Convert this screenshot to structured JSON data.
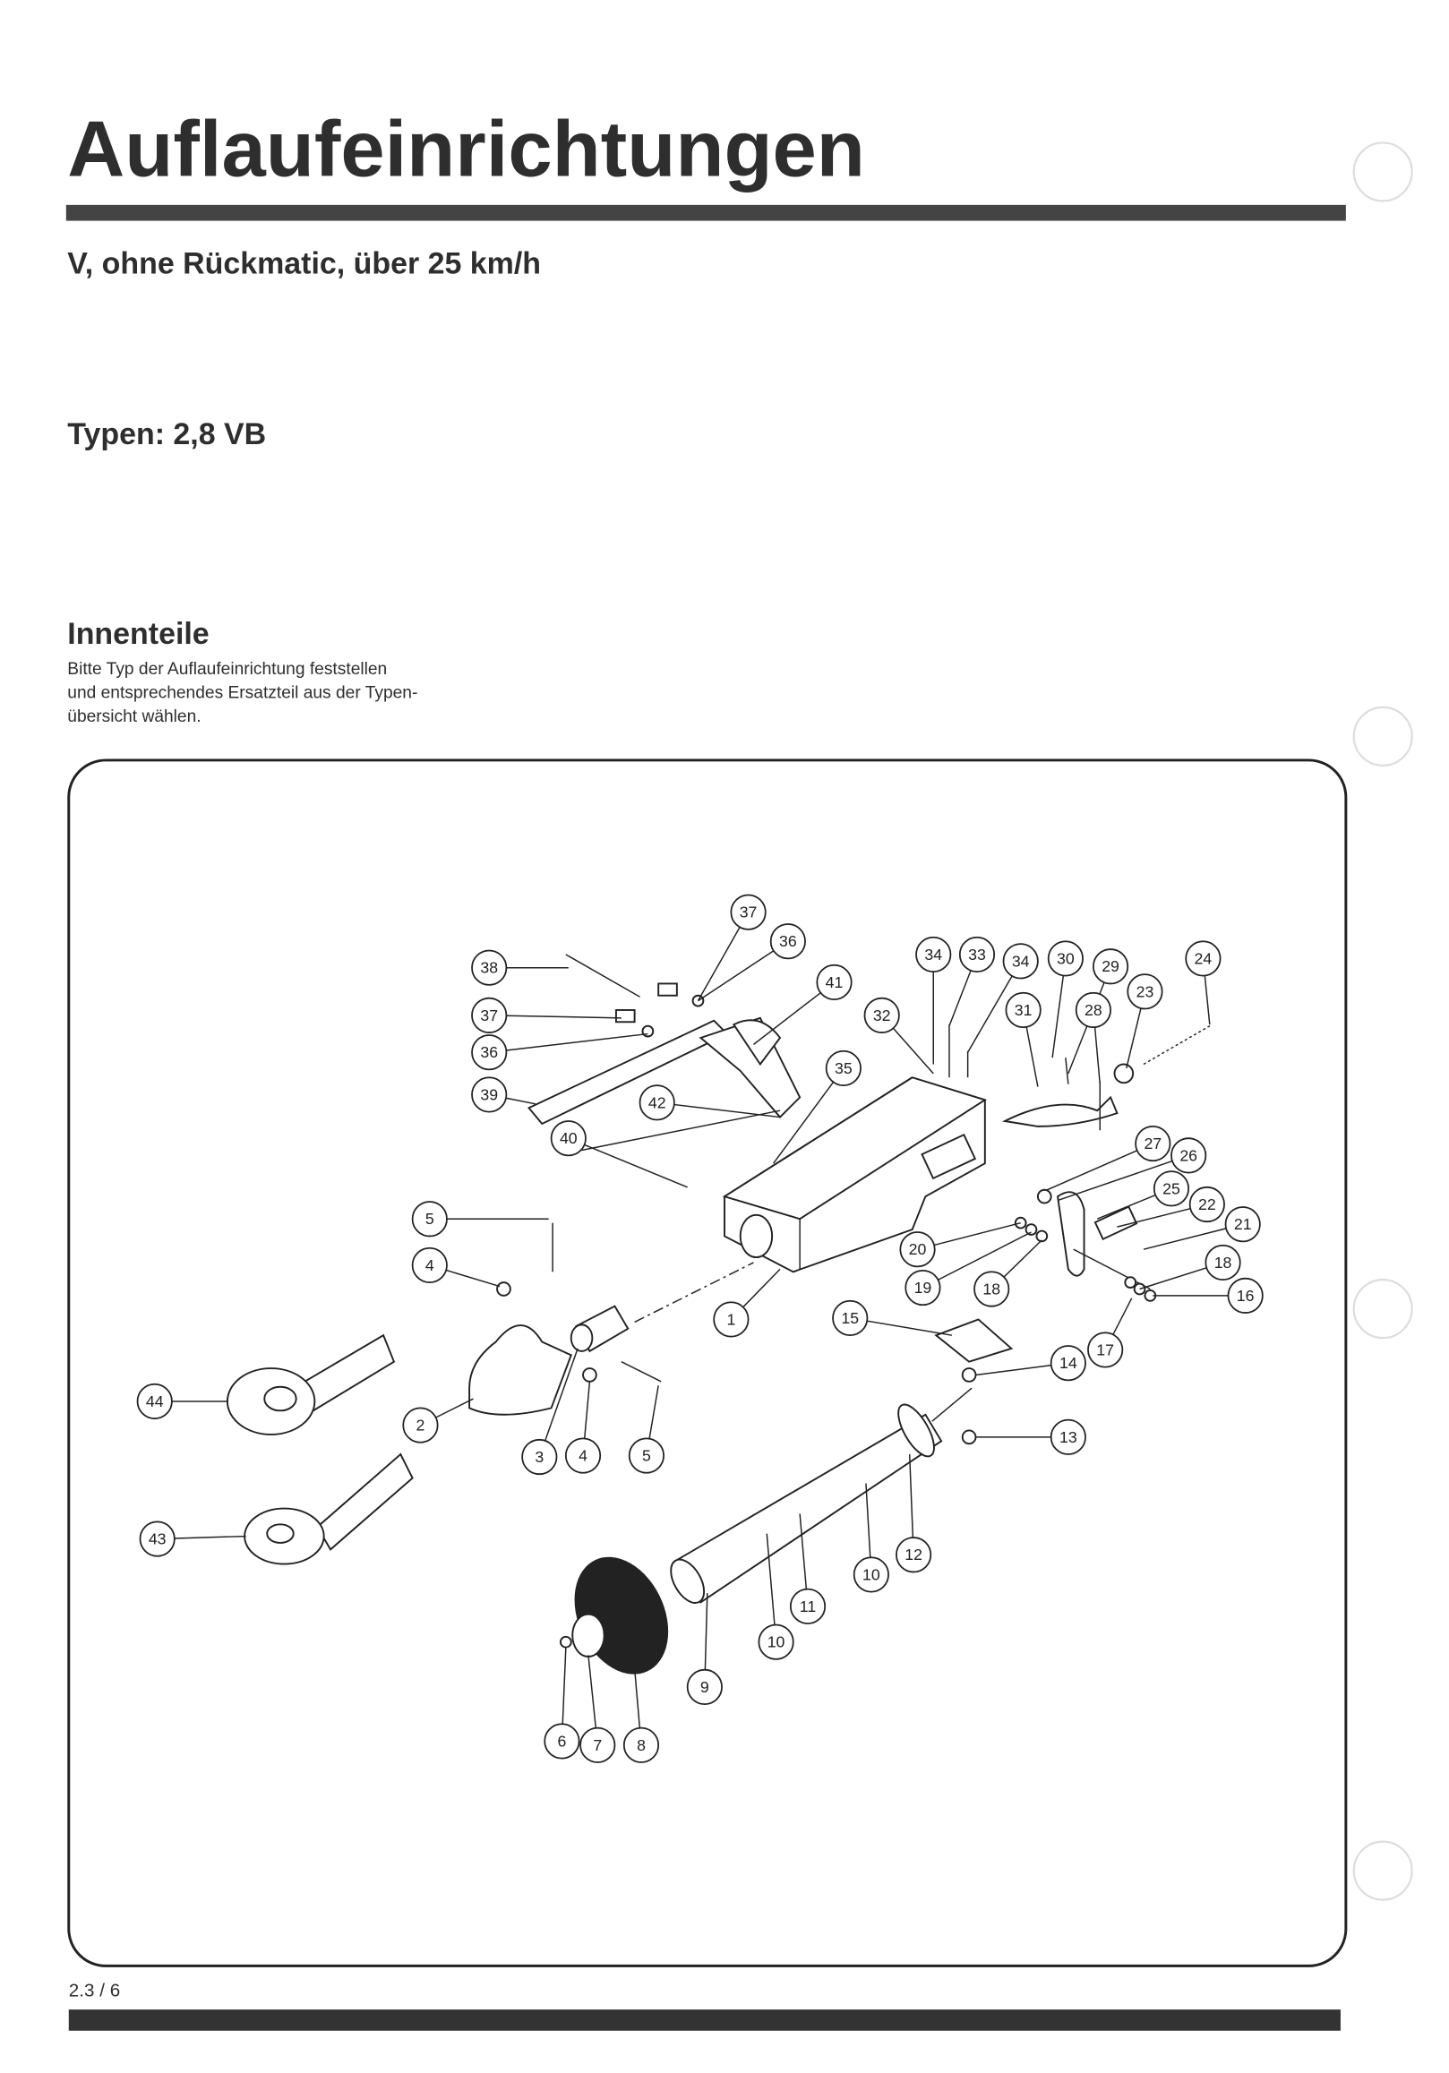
{
  "header": {
    "title": "Auflaufeinrichtungen",
    "subtitle": "V, ohne Rückmatic, über 25 km/h"
  },
  "types": {
    "label": "Typen: 2,8 VB"
  },
  "section": {
    "heading": "Innenteile",
    "body_lines": [
      "Bitte Typ der Auflaufeinrichtung feststellen",
      "und entsprechendes Ersatzteil aus der Typen-",
      "übersicht wählen."
    ]
  },
  "diagram": {
    "callouts": [
      "37",
      "36",
      "38",
      "37",
      "36",
      "39",
      "41",
      "42",
      "40",
      "35",
      "32",
      "34",
      "33",
      "34",
      "30",
      "29",
      "31",
      "28",
      "23",
      "24",
      "27",
      "26",
      "25",
      "22",
      "21",
      "18",
      "16",
      "17",
      "20",
      "19",
      "18",
      "1",
      "15",
      "14",
      "13",
      "12",
      "10",
      "11",
      "10",
      "9",
      "6",
      "7",
      "8",
      "5",
      "4",
      "2",
      "3",
      "4",
      "5",
      "44",
      "43"
    ]
  },
  "footer": {
    "page_number": "2.3 / 6"
  },
  "colors": {
    "ink": "#2e2e2e",
    "rule": "#444444"
  }
}
